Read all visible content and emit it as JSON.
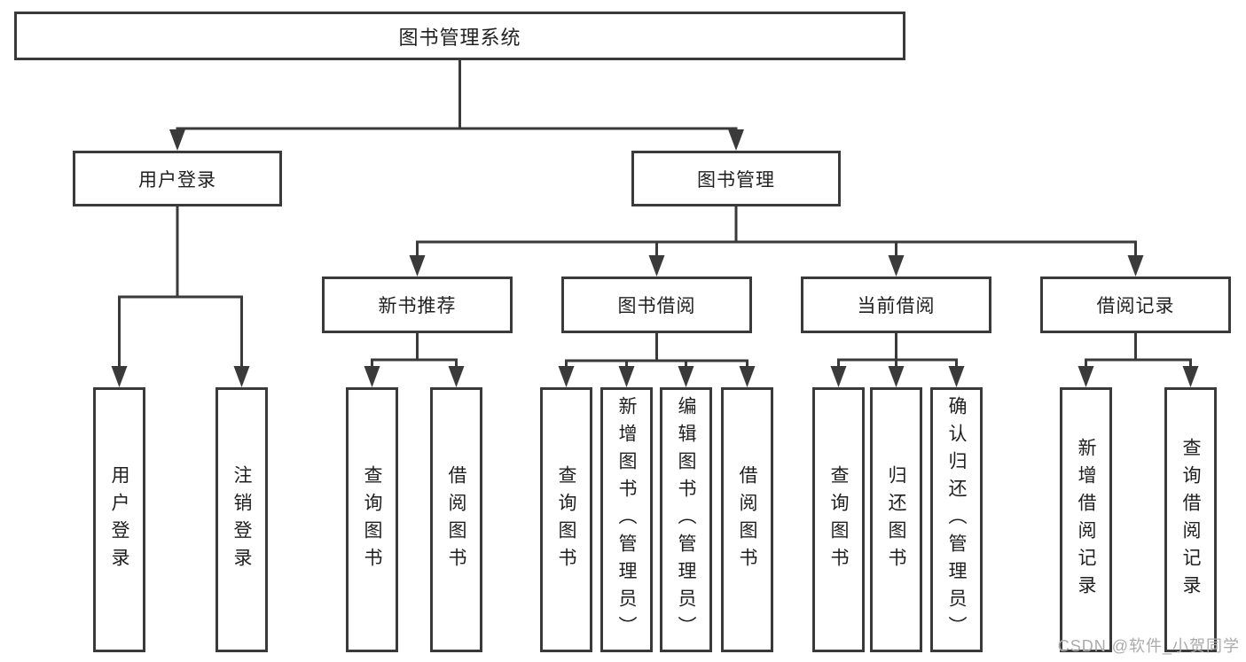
{
  "tree": {
    "root": "图书管理系统",
    "branches": [
      {
        "label": "用户登录",
        "children": [
          "用户登录",
          "注销登录"
        ]
      },
      {
        "label": "图书管理",
        "sections": [
          {
            "label": "新书推荐",
            "children": [
              "查询图书",
              "借阅图书"
            ]
          },
          {
            "label": "图书借阅",
            "children": [
              "查询图书",
              "新增图书（管理员）",
              "编辑图书（管理员）",
              "借阅图书"
            ]
          },
          {
            "label": "当前借阅",
            "children": [
              "查询图书",
              "归还图书",
              "确认归还（管理员）"
            ]
          },
          {
            "label": "借阅记录",
            "children": [
              "新增借阅记录",
              "查询借阅记录"
            ]
          }
        ]
      }
    ]
  },
  "watermark": "CSDN @软件_小贺同学",
  "colors": {
    "line": "#3a3a3a",
    "text": "#1f1f1f",
    "box_fill": "#ffffff",
    "watermark": "#ababab"
  }
}
